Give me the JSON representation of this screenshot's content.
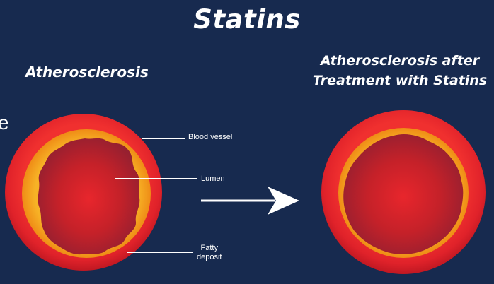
{
  "title": "Statins",
  "left_panel": {
    "caption": "Atherosclerosis"
  },
  "right_panel": {
    "caption_line1": "Atherosclerosis after",
    "caption_line2": "Treatment with Statins"
  },
  "edge_text": "e",
  "labels": {
    "blood_vessel": "Blood vessel",
    "lumen": "Lumen",
    "fatty_line1": "Fatty",
    "fatty_line2": "deposit"
  },
  "colors": {
    "background": "#172a4f",
    "vessel_wall": "#e8242b",
    "fatty_deposit": "#f5a11c",
    "lumen": "#b81f2c",
    "arrow": "#ffffff"
  }
}
